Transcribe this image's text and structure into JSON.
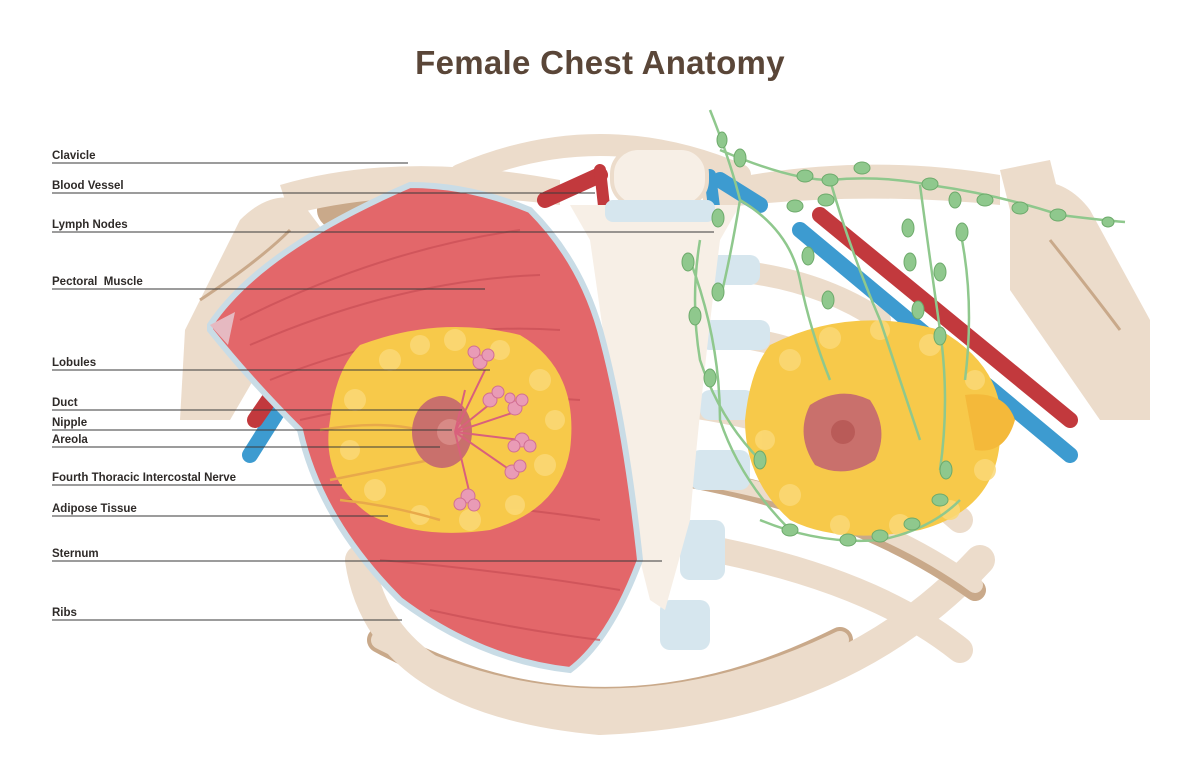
{
  "title": "Female Chest Anatomy",
  "labels": [
    "Clavicle",
    "Blood Vessel",
    "Lymph Nodes",
    "Pectoral  Muscle",
    "Lobules",
    "Duct",
    "Nipple",
    "Areola",
    "Fourth Thoracic Intercostal Nerve",
    "Adipose Tissue",
    "Sternum",
    "Ribs"
  ],
  "colors": {
    "bone": "#ecdccb",
    "bone_dark": "#c9a98a",
    "cartilage": "#d6e6ee",
    "muscle": "#e3676a",
    "muscle_dark": "#c94e55",
    "adipose": "#f7c94a",
    "areola": "#c9706c",
    "lobule": "#e99bb6",
    "artery": "#c2393d",
    "vein": "#3d9bd0",
    "lymph": "#8fc88d",
    "title": "#5a4638"
  }
}
